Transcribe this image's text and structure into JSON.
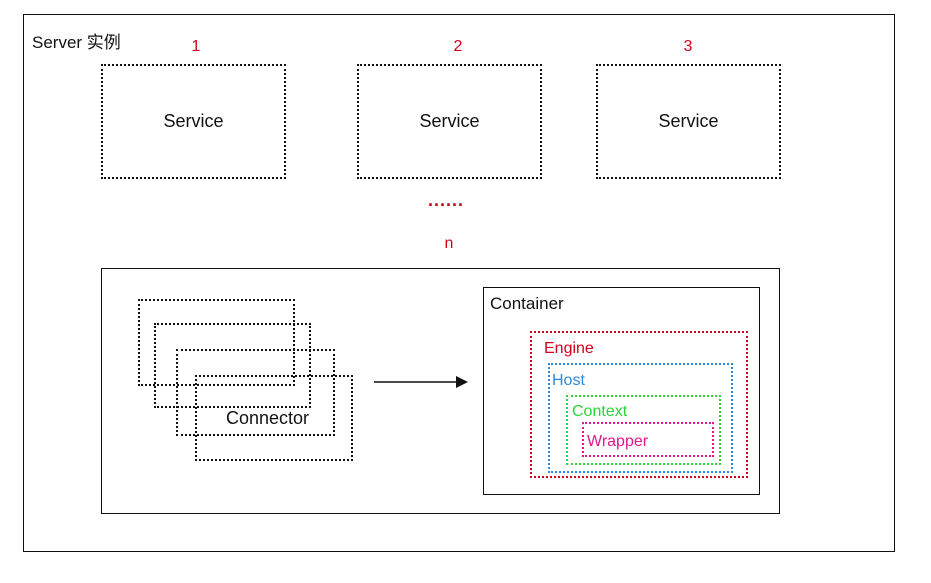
{
  "diagram": {
    "server_label": "Server 实例",
    "service_numbers": [
      "1",
      "2",
      "3"
    ],
    "services": [
      "Service",
      "Service",
      "Service"
    ],
    "ellipsis": "......",
    "n_label": "n",
    "connector_label": "Connector",
    "container_label": "Container",
    "engine_label": "Engine",
    "host_label": "Host",
    "context_label": "Context",
    "wrapper_label": "Wrapper"
  },
  "colors": {
    "accent_red": "#d0021b",
    "host_blue": "#2a8be0",
    "context_green": "#2ad43a",
    "wrapper_magenta": "#e0168f",
    "line": "#111111"
  }
}
